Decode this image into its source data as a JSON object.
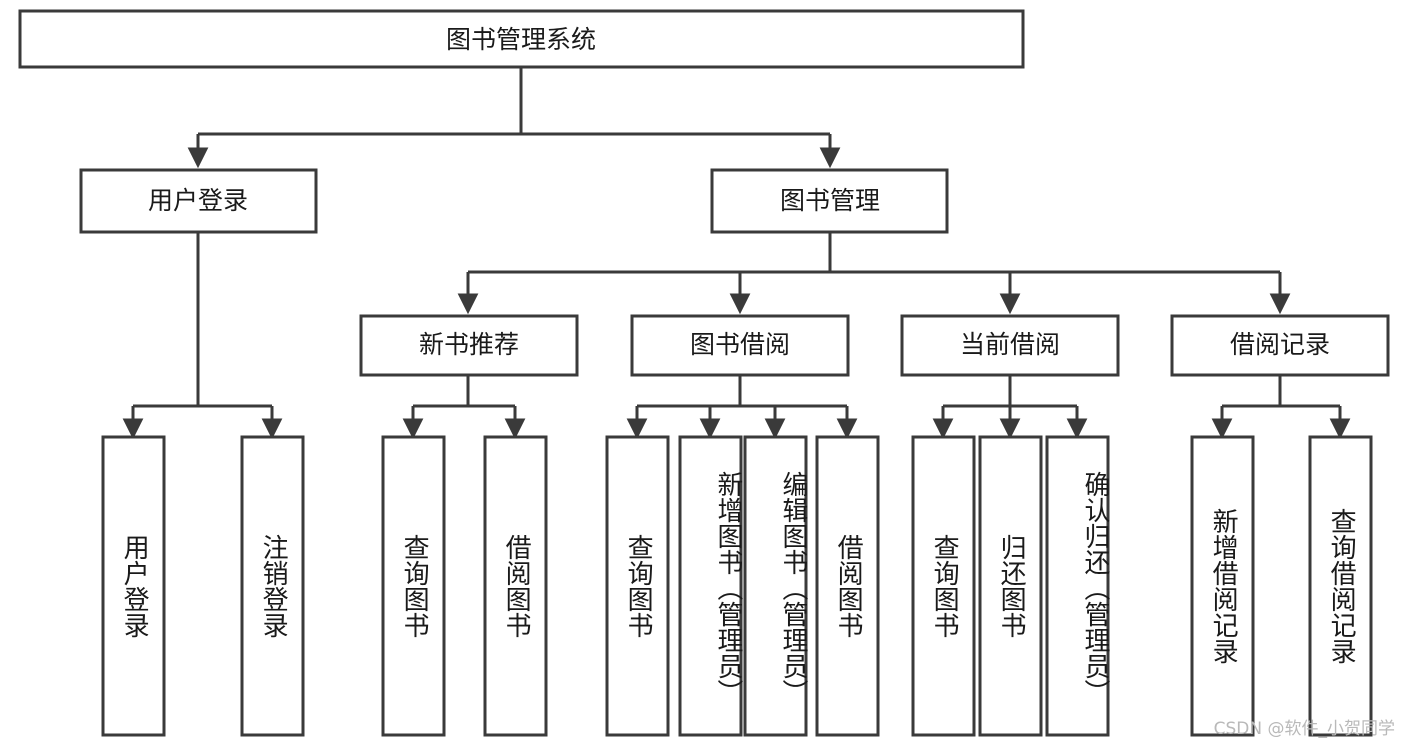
{
  "diagram": {
    "type": "tree-hierarchy",
    "title": "图书管理系统",
    "orientation": "top-down",
    "watermark": "CSDN @软件_小贺同学",
    "colors": {
      "box_fill": "#ffffff",
      "box_stroke": "#3a3a3a",
      "edge": "#3a3a3a",
      "text": "#1a1a1a",
      "watermark": "#b9b9b9",
      "background": "#ffffff"
    },
    "root": {
      "label": "图书管理系统"
    },
    "level2": [
      {
        "label": "用户登录"
      },
      {
        "label": "图书管理"
      }
    ],
    "level3": [
      {
        "label": "新书推荐"
      },
      {
        "label": "图书借阅"
      },
      {
        "label": "当前借阅"
      },
      {
        "label": "借阅记录"
      }
    ],
    "leaves": {
      "user_login": [
        {
          "label": "用户登录"
        },
        {
          "label": "注销登录"
        }
      ],
      "new_book_recommend": [
        {
          "label": "查询图书"
        },
        {
          "label": "借阅图书"
        }
      ],
      "book_borrow": [
        {
          "label": "查询图书"
        },
        {
          "label": "新增图书（管理员）"
        },
        {
          "label": "编辑图书（管理员）"
        },
        {
          "label": "借阅图书"
        }
      ],
      "current_borrow": [
        {
          "label": "查询图书"
        },
        {
          "label": "归还图书"
        },
        {
          "label": "确认归还（管理员）"
        }
      ],
      "borrow_record": [
        {
          "label": "新增借阅记录"
        },
        {
          "label": "查询借阅记录"
        }
      ]
    }
  }
}
